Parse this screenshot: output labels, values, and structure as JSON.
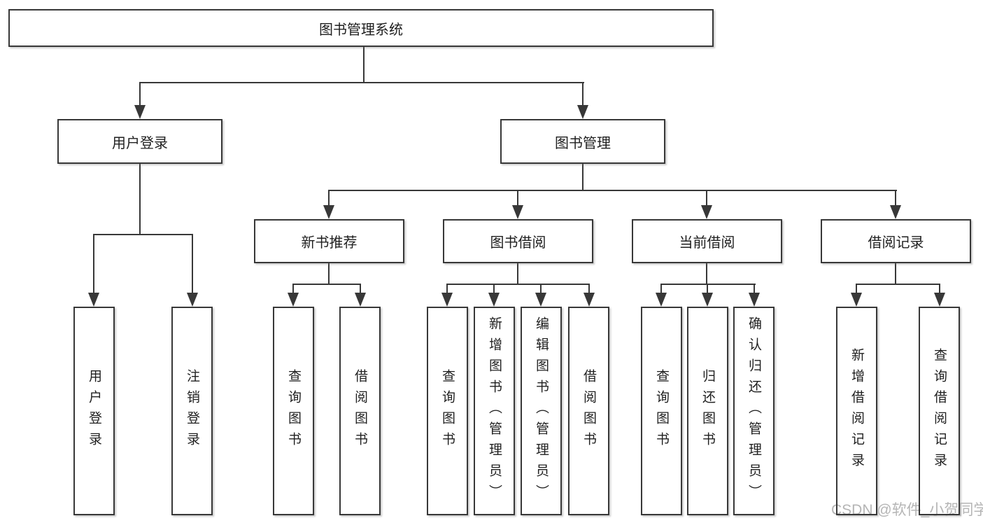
{
  "diagram_type": "functional-structure-tree",
  "tree": {
    "label": "图书管理系统",
    "children": [
      {
        "label": "用户登录",
        "children": [
          {
            "label": "用户登录"
          },
          {
            "label": "注销登录"
          }
        ]
      },
      {
        "label": "图书管理",
        "children": [
          {
            "label": "新书推荐",
            "children": [
              {
                "label": "查询图书"
              },
              {
                "label": "借阅图书"
              }
            ]
          },
          {
            "label": "图书借阅",
            "children": [
              {
                "label": "查询图书"
              },
              {
                "label": "新增图书（管理员）"
              },
              {
                "label": "编辑图书（管理员）"
              },
              {
                "label": "借阅图书"
              }
            ]
          },
          {
            "label": "当前借阅",
            "children": [
              {
                "label": "查询图书"
              },
              {
                "label": "归还图书"
              },
              {
                "label": "确认归还（管理员）"
              }
            ]
          },
          {
            "label": "借阅记录",
            "children": [
              {
                "label": "新增借阅记录"
              },
              {
                "label": "查询借阅记录"
              }
            ]
          }
        ]
      }
    ]
  },
  "watermark": {
    "text": "CSDN @软件_小贺同学"
  },
  "colors": {
    "line": "#383838",
    "box_border": "#383838",
    "box_fill": "#ffffff",
    "text": "#1f1f1f",
    "watermark": "#b5b5b5",
    "background": "#ffffff"
  }
}
